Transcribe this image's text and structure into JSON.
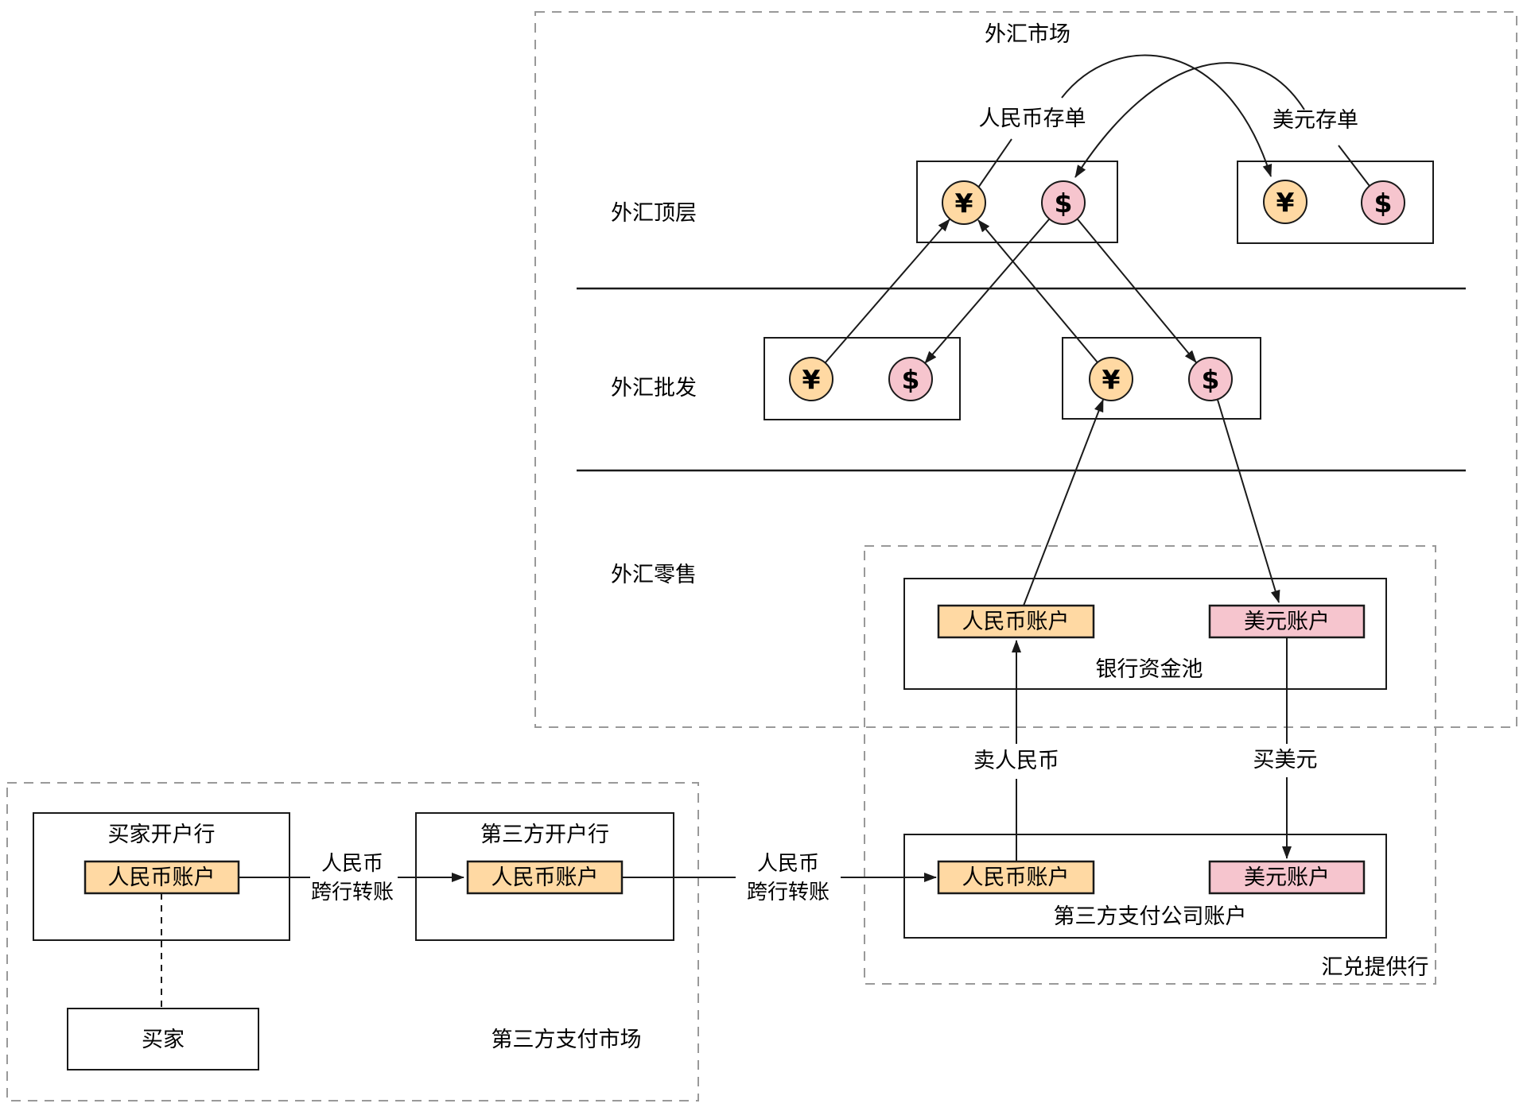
{
  "colors": {
    "rmb_fill": "#FFD9A3",
    "usd_fill": "#F6C5CE",
    "line": "#1A1A1A",
    "dashed_border": "#999999"
  },
  "fx_market": {
    "title": "外汇市场",
    "tier_top": "外汇顶层",
    "tier_wholesale": "外汇批发",
    "tier_retail": "外汇零售",
    "rmb_cert": "人民币存单",
    "usd_cert": "美元存单",
    "rmb_symbol": "¥",
    "usd_symbol": "$"
  },
  "bank_pool": {
    "title": "银行资金池",
    "rmb_account": "人民币账户",
    "usd_account": "美元账户"
  },
  "provider": {
    "title": "汇兑提供行",
    "company_account": "第三方支付公司账户",
    "rmb_account": "人民币账户",
    "usd_account": "美元账户",
    "sell_rmb": "卖人民币",
    "buy_usd": "买美元"
  },
  "payment_market": {
    "title": "第三方支付市场",
    "buyer_bank": "买家开户行",
    "buyer_bank_rmb": "人民币账户",
    "third_party_bank": "第三方开户行",
    "third_party_bank_rmb": "人民币账户",
    "buyer": "买家"
  },
  "transfers": {
    "t1_line1": "人民币",
    "t1_line2": "跨行转账",
    "t2_line1": "人民币",
    "t2_line2": "跨行转账"
  }
}
